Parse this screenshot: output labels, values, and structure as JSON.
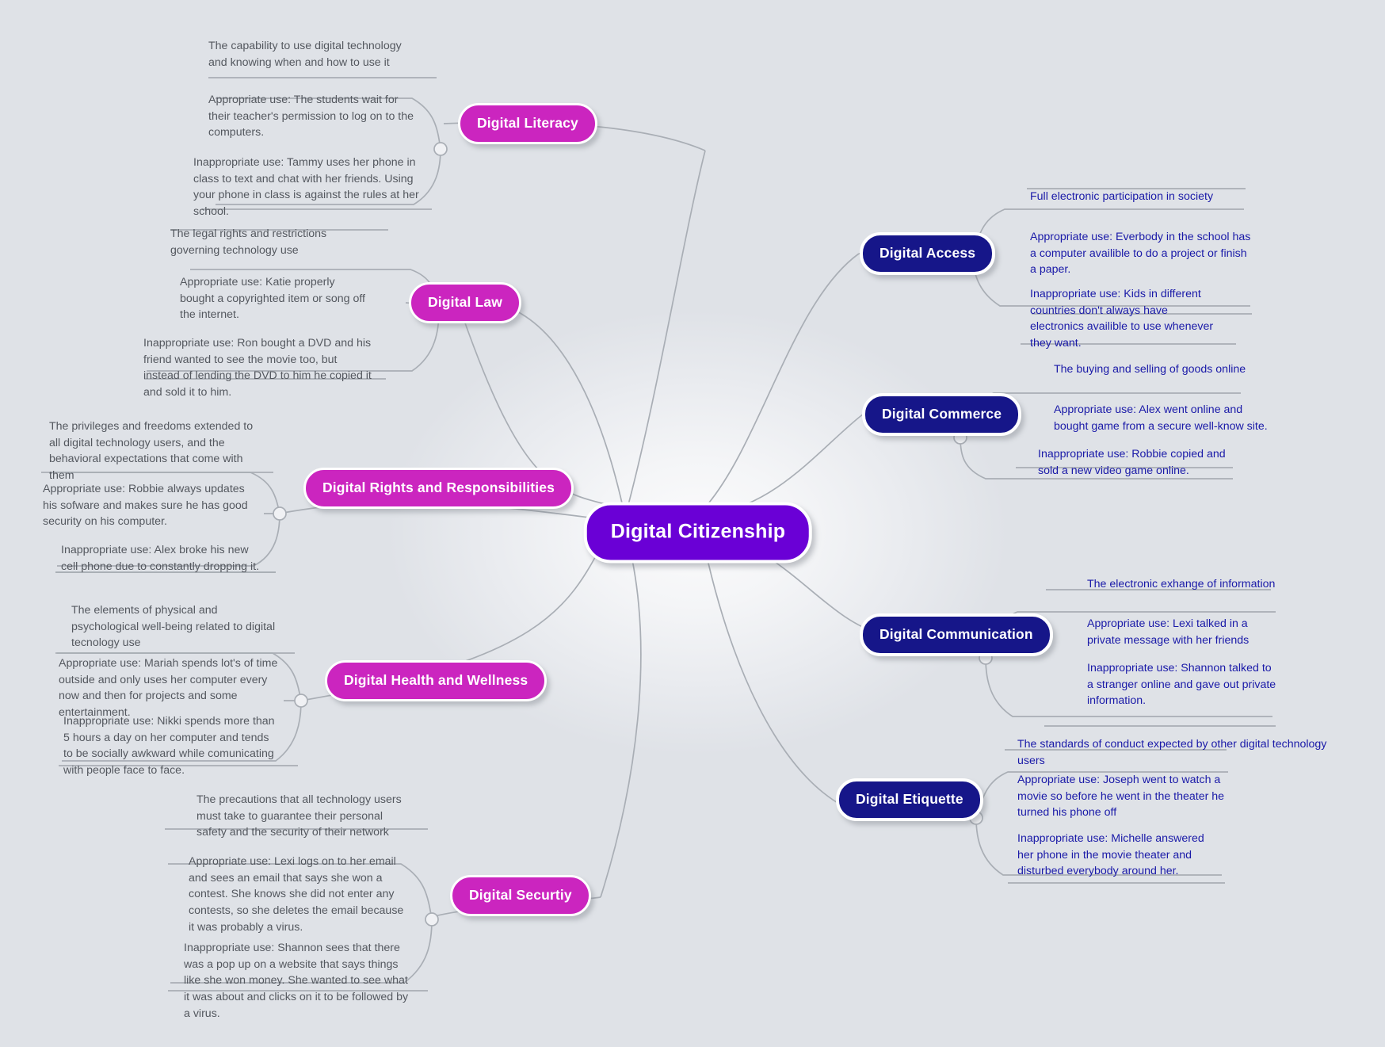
{
  "diagram": {
    "title": "Digital Citizenship",
    "type": "mind-map",
    "colors": {
      "background": "#dfe2e7",
      "center_node": "#6a00d6",
      "left_branch_pill": "#cb25bf",
      "right_branch_pill": "#161689",
      "left_text": "#54585f",
      "right_text": "#1a1aa8",
      "connector": "#a9aeb5",
      "node_border": "#ffffff"
    }
  },
  "center": {
    "label": "Digital Citizenship"
  },
  "branches": [
    {
      "id": "digital-literacy",
      "label": "Digital Literacy",
      "side": "left",
      "definition": "The capability to use digital technology and knowing when and how to use it",
      "appropriate": "Appropriate use: The students wait for their teacher's permission to log on to the computers.",
      "inappropriate": "Inappropriate use: Tammy uses her phone in class to text and chat with her friends. Using your phone in class is against the rules at her school."
    },
    {
      "id": "digital-law",
      "label": "Digital Law",
      "side": "left",
      "definition": "The legal rights and restrictions governing technology use",
      "appropriate": "Appropriate use: Katie properly bought a copyrighted item or song off the internet.",
      "inappropriate": "Inappropriate use: Ron bought a DVD and his friend wanted to see the movie too, but instead of lending the DVD to him he copied it and sold it to him."
    },
    {
      "id": "digital-rights-and-responsibilities",
      "label": "Digital Rights and Responsibilities",
      "side": "left",
      "definition": "The privileges and freedoms extended to all digital technology users, and the behavioral expectations that come with them",
      "appropriate": "Appropriate use: Robbie always updates his sofware and makes sure he has good security on his computer.",
      "inappropriate": "Inappropriate use: Alex broke his new cell phone due to constantly dropping it."
    },
    {
      "id": "digital-health-and-wellness",
      "label": "Digital Health and Wellness",
      "side": "left",
      "definition": "The elements of physical and psychological well-being related to digital tecnology use",
      "appropriate": "Appropriate use: Mariah spends lot's of time outside and only uses her computer every now and then for projects and some entertainment.",
      "inappropriate": "Inappropriate use: Nikki spends more than 5 hours a day on her computer and tends to be socially awkward while comunicating with people face to face."
    },
    {
      "id": "digital-security",
      "label": "Digital Securtiy",
      "side": "left",
      "definition": "The precautions that all technology users must take to guarantee their personal safety and the security of their network",
      "appropriate": "Appropriate use: Lexi logs on to her email and sees an email that says she won a contest. She knows she did not enter any contests, so she deletes the email because it was probably a virus.",
      "inappropriate": "Inappropriate use: Shannon sees that there was a pop up on a website that says things like she won money. She wanted to see what it was about and clicks on it to be followed by a virus."
    },
    {
      "id": "digital-access",
      "label": "Digital  Access",
      "side": "right",
      "definition": "Full electronic participation in society",
      "appropriate": "Appropriate use:  Everbody in the school has a computer availible to do a project or finish a paper.",
      "inappropriate": "Inappropriate use: Kids in different countries don't always have electronics availible to use whenever they want."
    },
    {
      "id": "digital-commerce",
      "label": "Digital Commerce",
      "side": "right",
      "definition": "The buying and selling of goods online",
      "appropriate": "Appropriate use: Alex went online and bought game from a secure well-know site.",
      "inappropriate": "Inappropriate use: Robbie copied and sold a new video game online."
    },
    {
      "id": "digital-communication",
      "label": "Digital Communication",
      "side": "right",
      "definition": "The electronic exhange of information",
      "appropriate": "Appropriate use: Lexi talked in a private message with her friends",
      "inappropriate": "Inappropriate use: Shannon talked to a stranger online and gave out private information."
    },
    {
      "id": "digital-etiquette",
      "label": "Digital Etiquette",
      "side": "right",
      "definition": "The standards of conduct expected by other digital technology users",
      "appropriate": "Appropriate use: Joseph went to watch a movie so before he went in the theater he turned his phone off",
      "inappropriate": "Inappropriate use: Michelle answered her phone in the movie theater and disturbed everybody around her."
    }
  ]
}
